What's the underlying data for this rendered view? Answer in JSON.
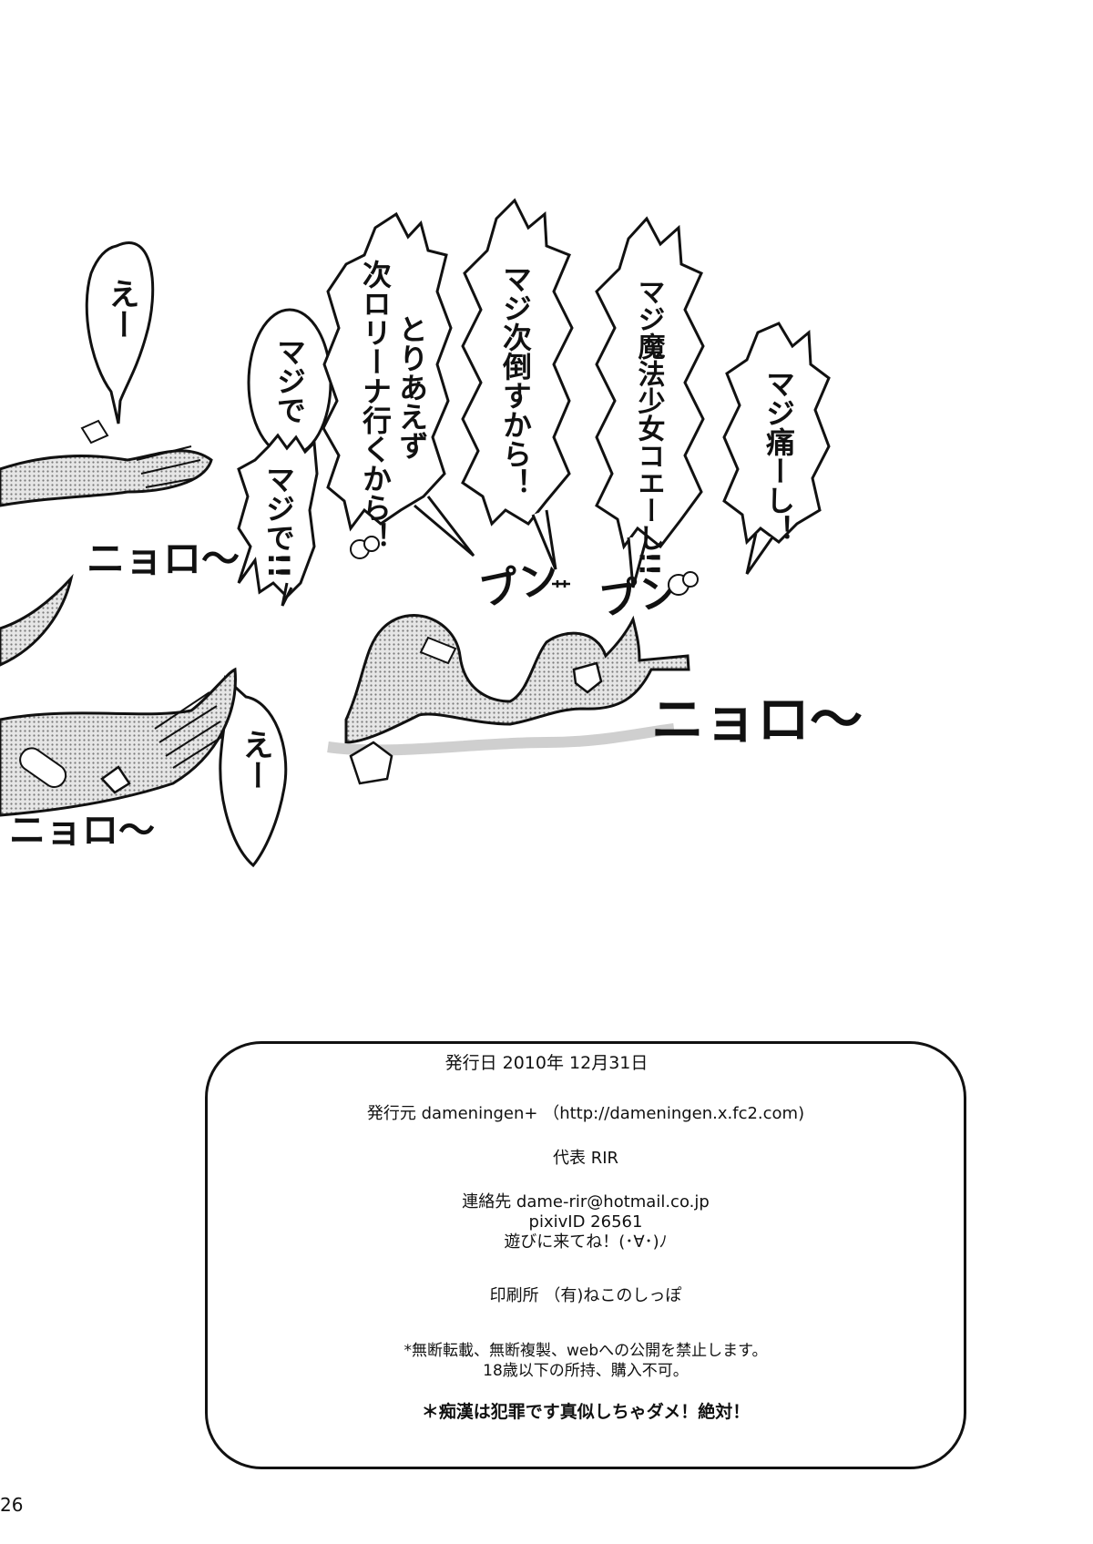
{
  "illustration": {
    "speech_bubbles": [
      {
        "id": "e-top",
        "lines": [
          "えー"
        ]
      },
      {
        "id": "maji-de-1",
        "lines": [
          "マジで"
        ]
      },
      {
        "id": "maji-de-2",
        "lines": [
          "マジで!!"
        ]
      },
      {
        "id": "toriaezu",
        "lines": [
          "とりあえず",
          "次ロリーナ行くから！"
        ]
      },
      {
        "id": "maji-tsugi",
        "lines": [
          "マジ次倒すから！"
        ]
      },
      {
        "id": "maji-mahou",
        "lines": [
          "マジ魔法少女コエーし!!"
        ]
      },
      {
        "id": "maji-itai",
        "lines": [
          "マジ痛ーし！"
        ]
      },
      {
        "id": "e-bottom",
        "lines": [
          "えー"
        ]
      }
    ],
    "sound_effects": {
      "nyoro_left_top": "ニョロ〜",
      "nyoro_right": "ニョロ〜",
      "nyoro_bottom": "ニョロ〜",
      "pun_1": "プン",
      "pun_2": "プン"
    }
  },
  "colophon": {
    "publish_date": "発行日 2010年 12月31日",
    "publisher": "発行元 dameningen+ （http://dameningen.x.fc2.com)",
    "representative": "代表 RIR",
    "contact": "連絡先 dame-rir@hotmail.co.jp",
    "pixiv": "pixivID 26561",
    "greeting": "遊びに来てね！(･∀･)ﾉ",
    "printer": "印刷所 （有)ねこのしっぽ",
    "notice_1": "*無断転載、無断複製、webへの公開を禁止します。",
    "notice_2": "18歳以下の所持、購入不可。",
    "notice_3": "＊痴漢は犯罪です真似しちゃダメ！絶対！"
  },
  "page_number": "26"
}
